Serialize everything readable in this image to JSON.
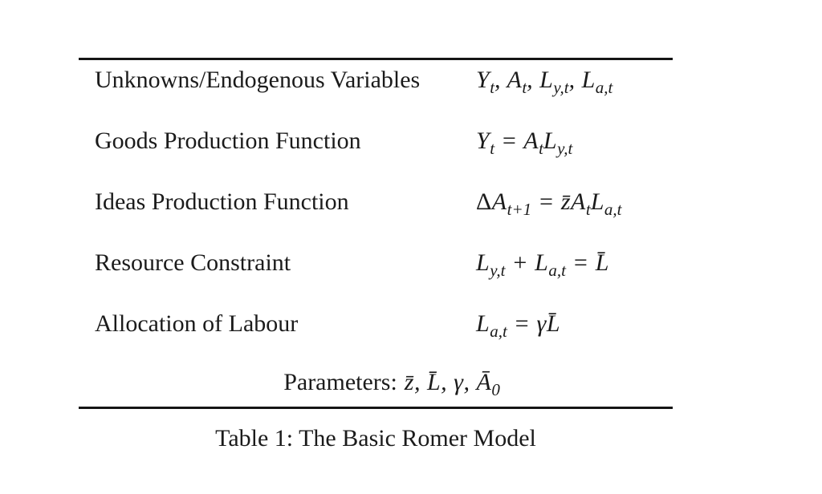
{
  "page": {
    "background_color": "#ffffff",
    "text_color": "#1b1b1b",
    "rule_color": "#151515"
  },
  "table": {
    "rows": [
      {
        "label": "Unknowns/Endogenous Variables",
        "equation": "Y_{t}, A_{t}, L_{y,t}, L_{a,t}"
      },
      {
        "label": "Goods Production Function",
        "equation": "Y_{t} = A_{t}L_{y,t}"
      },
      {
        "label": "Ideas Production Function",
        "equation": "\\rm{Δ}A_{t+1} = z̄A_{t}L_{a,t}"
      },
      {
        "label": "Resource Constraint",
        "equation": "L_{y,t} + L_{a,t} = L̄"
      },
      {
        "label": "Allocation of Labour",
        "equation": "L_{a,t} = γL̄"
      }
    ],
    "parameters_label": "Parameters:",
    "parameters_symbols": "z̄, L̄, γ, Ā_{0}"
  },
  "caption": {
    "text": "Table 1: The Basic Romer Model"
  }
}
